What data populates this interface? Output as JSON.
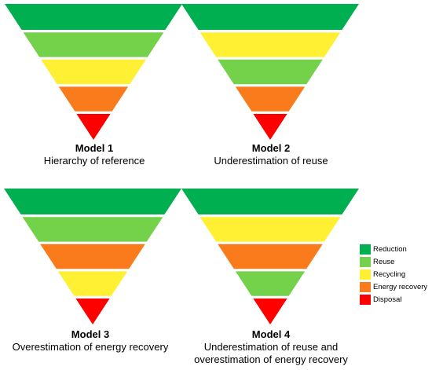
{
  "legend": {
    "items": [
      {
        "key": "reduction",
        "label": "Reduction",
        "color": "#00b050"
      },
      {
        "key": "reuse",
        "label": "Reuse",
        "color": "#73d14a"
      },
      {
        "key": "recycling",
        "label": "Recycling",
        "color": "#fff033"
      },
      {
        "key": "energy",
        "label": "Energy recovery",
        "color": "#fa7b1b"
      },
      {
        "key": "disposal",
        "label": "Disposal",
        "color": "#ff0000"
      }
    ]
  },
  "models": [
    {
      "title": "Model 1",
      "subtitle": "Hierarchy of reference",
      "subtitle2": "",
      "levels": [
        "reduction",
        "reuse",
        "recycling",
        "energy",
        "disposal"
      ]
    },
    {
      "title": "Model 2",
      "subtitle": "Underestimation of reuse",
      "subtitle2": "",
      "levels": [
        "reduction",
        "recycling",
        "reuse",
        "energy",
        "disposal"
      ]
    },
    {
      "title": "Model 3",
      "subtitle": "Overestimation of energy recovery",
      "subtitle2": "",
      "levels": [
        "reduction",
        "reuse",
        "energy",
        "recycling",
        "disposal"
      ]
    },
    {
      "title": "Model 4",
      "subtitle": "Underestimation of reuse and",
      "subtitle2": "overestimation of energy recovery",
      "levels": [
        "reduction",
        "recycling",
        "energy",
        "reuse",
        "disposal"
      ]
    }
  ]
}
